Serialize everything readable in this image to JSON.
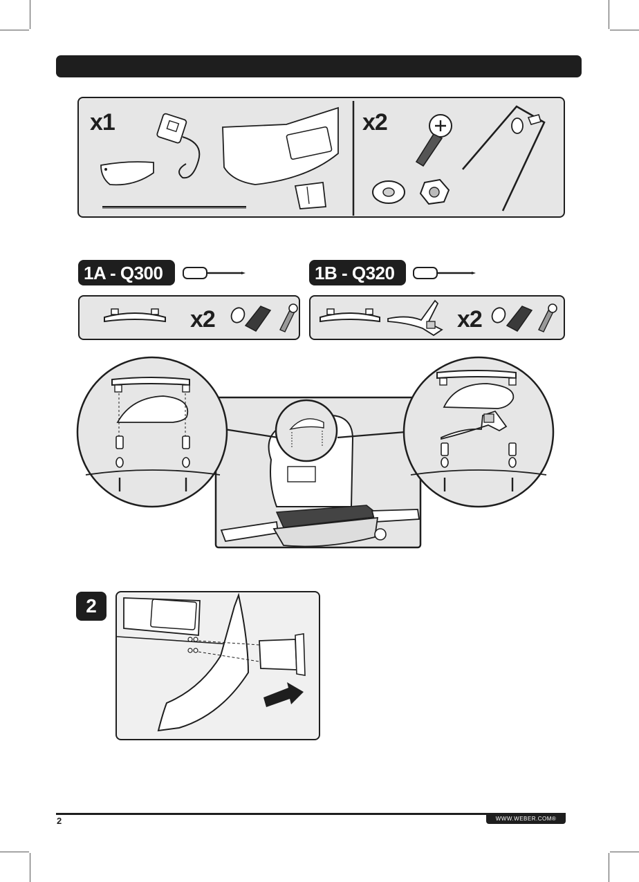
{
  "header": {
    "title": ""
  },
  "parts_panel": {
    "left_qty": "x1",
    "right_qty": "x2"
  },
  "step1": {
    "variant_a": {
      "label": "1A - Q300",
      "qty": "x2"
    },
    "variant_b": {
      "label": "1B - Q320",
      "qty": "x2"
    }
  },
  "step2": {
    "number": "2"
  },
  "footer": {
    "page_number": "2",
    "url": "WWW.WEBER.COM®"
  }
}
